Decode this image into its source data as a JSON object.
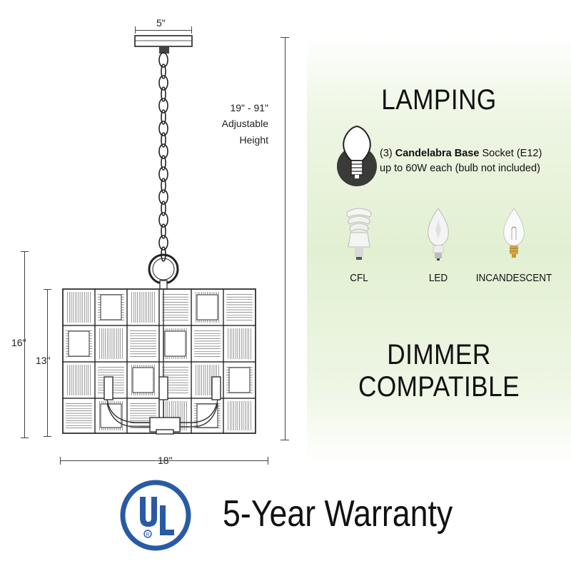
{
  "dimensions": {
    "canopy_width": "5\"",
    "chain_height_range": "19\" - 91\"",
    "chain_height_line1": "Adjustable",
    "chain_height_line2": "Height",
    "overall_height": "16\"",
    "shade_height": "13\"",
    "shade_width": "18\""
  },
  "lamping": {
    "title": "LAMPING",
    "socket_count": "(3)",
    "socket_type": "Candelabra Base",
    "socket_suffix": "Socket (E12)",
    "wattage": "up to 60W each (bulb not included)",
    "bulbs": [
      {
        "label": "CFL",
        "icon": "cfl-bulb-icon"
      },
      {
        "label": "LED",
        "icon": "led-bulb-icon"
      },
      {
        "label": "INCANDESCENT",
        "icon": "incandescent-bulb-icon"
      }
    ]
  },
  "dimmer": {
    "line1": "DIMMER",
    "line2": "COMPATIBLE"
  },
  "certification": {
    "warranty": "5-Year Warranty",
    "ul_color": "#2a5aa6"
  },
  "colors": {
    "panel_green": "#e2f0d2",
    "socket_icon_bg": "#3a3a38"
  }
}
